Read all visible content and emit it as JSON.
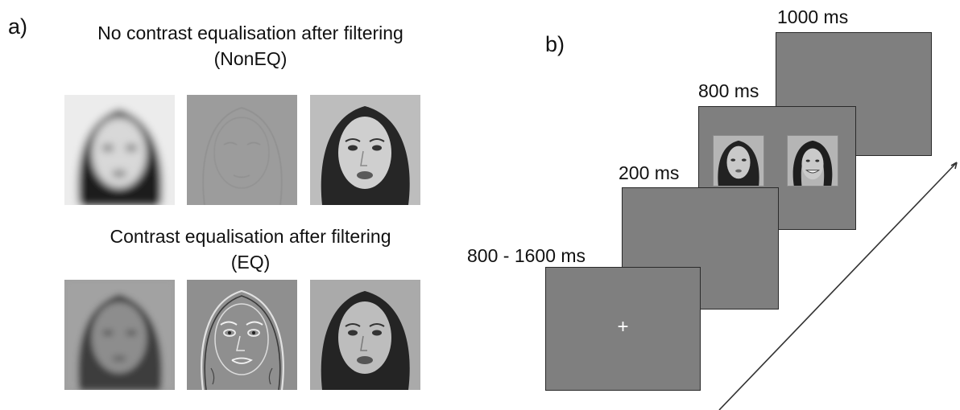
{
  "panel_a": {
    "label": "a)",
    "noneq_title_line1": "No contrast equalisation after filtering",
    "noneq_title_line2": "(NonEQ)",
    "eq_title_line1": "Contrast equalisation after filtering",
    "eq_title_line2": "(EQ)"
  },
  "panel_b": {
    "label": "b)",
    "fixation_symbol": "+",
    "timings": {
      "fixation": "800 - 1600 ms",
      "blank1": "200 ms",
      "faces": "800 ms",
      "blank2": "1000 ms"
    }
  }
}
